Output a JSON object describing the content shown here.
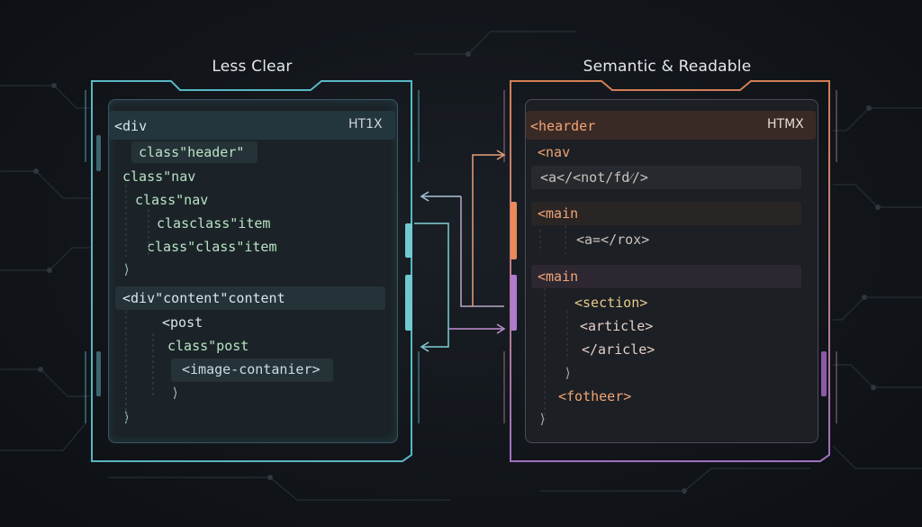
{
  "left_panel": {
    "title": "Less Clear",
    "badge": "HT1X",
    "lines": [
      "<div",
      "class\"header\"",
      "class\"nav",
      "class\"nav",
      "clasclass\"item",
      "class\"class\"item",
      "⟩",
      "<div\"content\"content",
      "<post",
      "class\"post",
      "<image-contanier>",
      "⟩",
      "⟩"
    ]
  },
  "right_panel": {
    "title": "Semantic & Readable",
    "badge": "HTMX",
    "lines": [
      "<hearder",
      "<nav",
      "<a</<not/fd⁄/>",
      "<main",
      "<a=</rox>",
      "<main",
      "<section>",
      "<article>",
      "</aricle>",
      "⟩",
      "<fotheer>",
      "⟩"
    ]
  },
  "colors": {
    "left_accent": "#5fc9d6",
    "right_accent_orange": "#e88a5a",
    "right_accent_purple": "#b07ad0",
    "left_text": "#b9e3c4",
    "right_text": "#f1a574"
  }
}
